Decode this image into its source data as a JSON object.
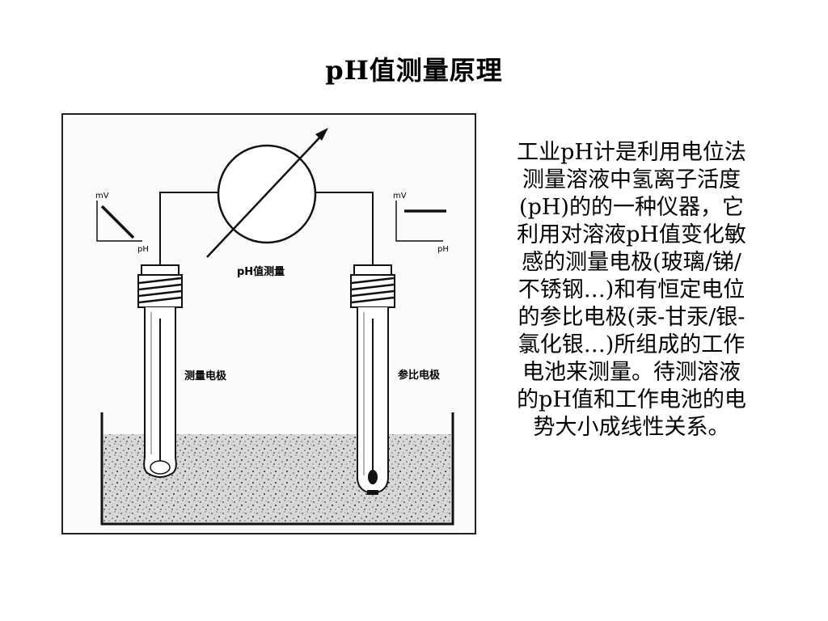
{
  "slide": {
    "title": "pH值测量原理"
  },
  "diagram": {
    "meter_label": "pH值测量",
    "left_electrode_label": "测量电极",
    "right_electrode_label": "参比电极",
    "left_graph": {
      "y_label": "mV",
      "x_label": "pH"
    },
    "right_graph": {
      "y_label": "mV",
      "x_label": "pH"
    }
  },
  "body_text": {
    "lines": [
      "工业pH计是利用电位法",
      "测量溶液中氢离子活度",
      "(pH)的的一种仪器，它",
      "利用对溶液pH值变化敏",
      "感的测量电极(玻璃/锑/",
      "不锈钢…)和有恒定电位",
      "的参比电极(汞-甘汞/银-",
      "氯化银…)所组成的工作",
      "电池来测量。待测溶液",
      "的pH值和工作电池的电",
      "势大小成线性关系。"
    ]
  }
}
